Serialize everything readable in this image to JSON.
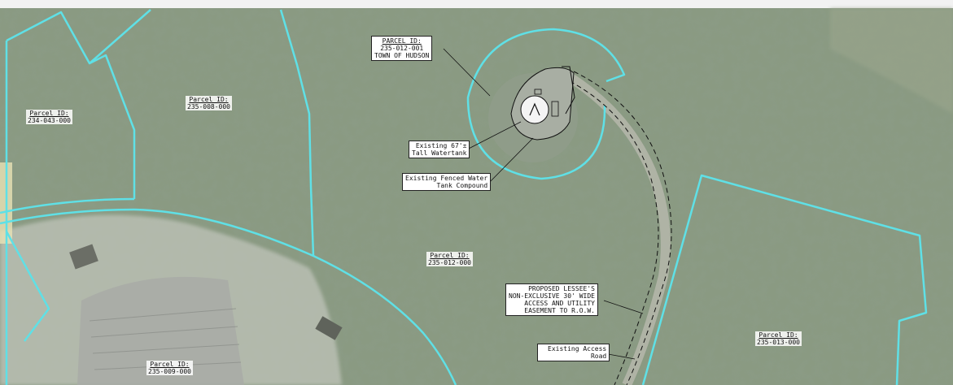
{
  "colors": {
    "parcel_line": "#5fe0e6",
    "easement_line": "#111111",
    "label_bg": "#ffffff",
    "label_border": "#222222"
  },
  "parcels": [
    {
      "title": "Parcel ID:",
      "id": "234-043-000"
    },
    {
      "title": "Parcel ID:",
      "id": "235-008-000"
    },
    {
      "title": "Parcel ID:",
      "id": "235-012-000"
    },
    {
      "title": "Parcel ID:",
      "id": "235-013-000"
    },
    {
      "title": "Parcel ID:",
      "id": "235-009-000"
    }
  ],
  "subject_parcel": {
    "title": "PARCEL ID:",
    "id": "235-012-001",
    "owner": "TOWN OF HUDSON"
  },
  "callouts": {
    "watertank": [
      "Existing 67'±",
      "Tall Watertank"
    ],
    "compound": [
      "Existing Fenced Water",
      "Tank Compound"
    ],
    "easement": [
      "PROPOSED LESSEE'S",
      "NON-EXCLUSIVE 30' WIDE",
      "ACCESS AND UTILITY",
      "EASEMENT TO R.O.W."
    ],
    "access_road": [
      "Existing Access",
      "Road"
    ]
  }
}
